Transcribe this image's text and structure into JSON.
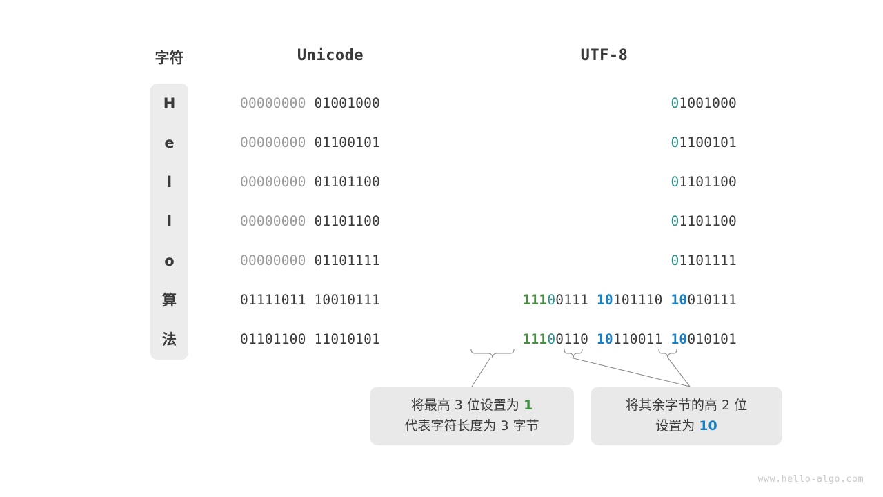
{
  "headers": {
    "char": "字符",
    "unicode": "Unicode",
    "utf8": "UTF-8"
  },
  "rows": [
    {
      "char": "H",
      "unicode_high": "00000000",
      "unicode_low": "01001000",
      "utf8_bytes": [
        {
          "prefix": "0",
          "prefix_color": "teal",
          "rest": "1001000"
        }
      ]
    },
    {
      "char": "e",
      "unicode_high": "00000000",
      "unicode_low": "01100101",
      "utf8_bytes": [
        {
          "prefix": "0",
          "prefix_color": "teal",
          "rest": "1100101"
        }
      ]
    },
    {
      "char": "l",
      "unicode_high": "00000000",
      "unicode_low": "01101100",
      "utf8_bytes": [
        {
          "prefix": "0",
          "prefix_color": "teal",
          "rest": "1101100"
        }
      ]
    },
    {
      "char": "l",
      "unicode_high": "00000000",
      "unicode_low": "01101100",
      "utf8_bytes": [
        {
          "prefix": "0",
          "prefix_color": "teal",
          "rest": "1101100"
        }
      ]
    },
    {
      "char": "o",
      "unicode_high": "00000000",
      "unicode_low": "01101111",
      "utf8_bytes": [
        {
          "prefix": "0",
          "prefix_color": "teal",
          "rest": "1101111"
        }
      ]
    },
    {
      "char": "算",
      "unicode_high": "01111011",
      "unicode_low": "10010111",
      "utf8_bytes": [
        {
          "prefix": "111",
          "prefix_color": "green",
          "prefix2": "0",
          "prefix2_color": "teal",
          "rest": "0111"
        },
        {
          "prefix": "10",
          "prefix_color": "blue",
          "rest": "101110"
        },
        {
          "prefix": "10",
          "prefix_color": "blue",
          "rest": "010111"
        }
      ]
    },
    {
      "char": "法",
      "unicode_high": "01101100",
      "unicode_low": "11010101",
      "utf8_bytes": [
        {
          "prefix": "111",
          "prefix_color": "green",
          "prefix2": "0",
          "prefix2_color": "teal",
          "rest": "0110"
        },
        {
          "prefix": "10",
          "prefix_color": "blue",
          "rest": "110011"
        },
        {
          "prefix": "10",
          "prefix_color": "blue",
          "rest": "010101"
        }
      ]
    }
  ],
  "callouts": [
    {
      "line1_a": "将最高 3 位设置为 ",
      "line1_hl": "1",
      "line1_hl_color": "green",
      "line2": "代表字符长度为 3 字节"
    },
    {
      "line1": "将其余字节的高 2 位",
      "line2_a": "设置为 ",
      "line2_hl": "10",
      "line2_hl_color": "blue"
    }
  ],
  "colors": {
    "teal": "#2d9189",
    "green": "#4a8c43",
    "blue": "#1a80c4",
    "dim": "#9b9b9b",
    "dark": "#3a3a3a",
    "panel": "#ececec",
    "callout_bg": "#e9e9e9",
    "brace": "#8a8a8a"
  },
  "watermark": "www.hello-algo.com"
}
